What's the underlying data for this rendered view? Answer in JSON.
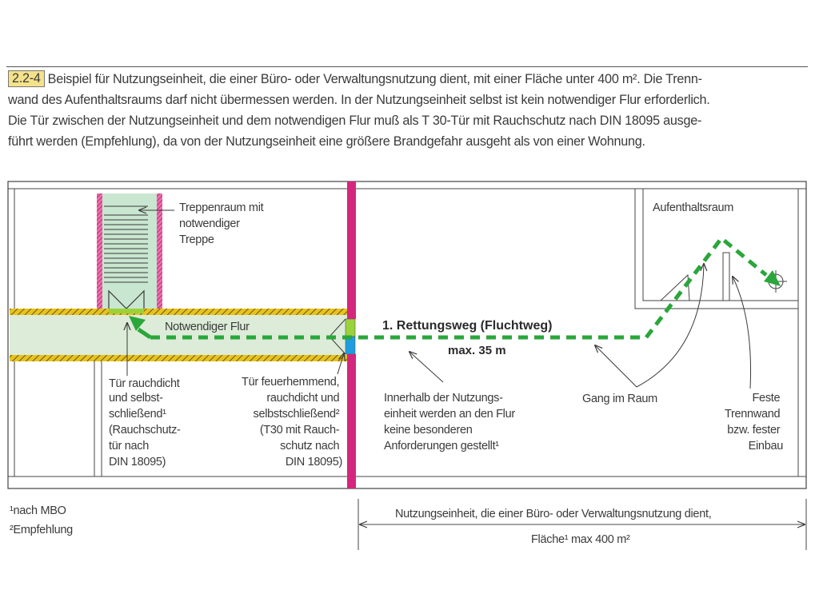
{
  "figure": {
    "number": "2.2-4",
    "caption_lines": [
      "Beispiel für Nutzungseinheit, die einer Büro- oder Verwaltungsnutzung dient, mit einer Fläche unter 400 m². Die Trenn-",
      "wand des Aufenthaltsraums darf nicht übermessen werden. In der Nutzungseinheit selbst ist kein notwendiger Flur erforderlich.",
      "Die Tür zwischen der Nutzungseinheit und dem notwendigen Flur muß als T 30-Tür mit Rauchschutz nach DIN 18095 ausge-",
      "führt werden (Empfehlung), da von der Nutzungseinheit eine größere Brandgefahr ausgeht als von einer Wohnung."
    ]
  },
  "labels": {
    "stair": [
      "Treppenraum mit",
      "notwendiger",
      "Treppe"
    ],
    "corridor": "Notwendiger Flur",
    "room": "Aufenthaltsraum",
    "escape_route": "1. Rettungsweg (Fluchtweg)",
    "max_distance": "max. 35 m",
    "door_smoke": [
      "Tür rauchdicht",
      "und selbst-",
      "schließend¹",
      "(Rauchschutz-",
      "tür nach",
      "DIN 18095)"
    ],
    "door_fire": [
      "Tür feuerhemmend,",
      "rauchdicht und",
      "selbstschließend²",
      "(T30 mit Rauch-",
      "schutz nach",
      "DIN 18095)"
    ],
    "unit_note": [
      "Innerhalb der Nutzungs-",
      "einheit werden an den Flur",
      "keine besonderen",
      "Anforderungen gestellt¹"
    ],
    "aisle": "Gang im Raum",
    "partition": [
      "Feste",
      "Trennwand",
      "bzw. fester",
      "Einbau"
    ]
  },
  "footnotes": [
    "¹nach MBO",
    "²Empfehlung"
  ],
  "dimension": {
    "line1": "Nutzungseinheit, die einer Büro- oder Verwaltungsnutzung dient,",
    "line2": "Fläche¹ max 400 m²"
  },
  "colors": {
    "corridor_fill": "#dcecd8",
    "stair_fill": "#c9e6d0",
    "fire_wall": "#d4267e",
    "fire_wall_light": "#ea6fae",
    "route": "#2aa63a",
    "hatch": "#e8c21e",
    "door_green": "#9ad23b",
    "door_blue": "#1e9ee0",
    "caption_highlight": "#f4e28a"
  }
}
